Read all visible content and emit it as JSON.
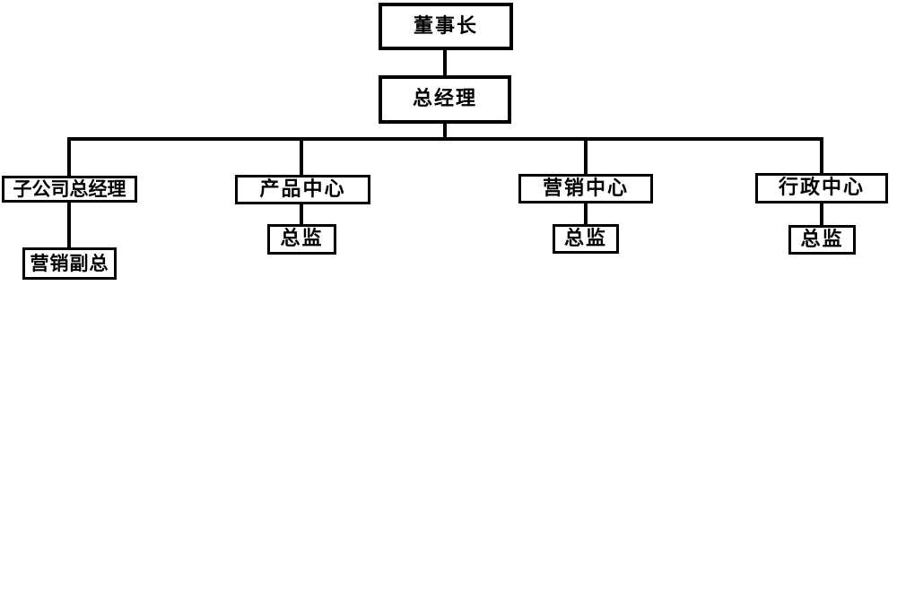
{
  "org_chart": {
    "type": "organization-chart",
    "nodes": {
      "chairman": {
        "label": "董事长"
      },
      "general_manager": {
        "label": "总经理"
      },
      "subsidiary_gm": {
        "label": "子公司总经理"
      },
      "product_center": {
        "label": "产品中心"
      },
      "marketing_center": {
        "label": "营销中心"
      },
      "admin_center": {
        "label": "行政中心"
      },
      "marketing_vp": {
        "label": "营销副总"
      },
      "product_director": {
        "label": "总监"
      },
      "marketing_director": {
        "label": "总监"
      },
      "admin_director": {
        "label": "总监"
      }
    },
    "edges": [
      {
        "from": "chairman",
        "to": "general_manager"
      },
      {
        "from": "general_manager",
        "to": "subsidiary_gm"
      },
      {
        "from": "general_manager",
        "to": "product_center"
      },
      {
        "from": "general_manager",
        "to": "marketing_center"
      },
      {
        "from": "general_manager",
        "to": "admin_center"
      },
      {
        "from": "subsidiary_gm",
        "to": "marketing_vp"
      },
      {
        "from": "product_center",
        "to": "product_director"
      },
      {
        "from": "marketing_center",
        "to": "marketing_director"
      },
      {
        "from": "admin_center",
        "to": "admin_director"
      }
    ],
    "colors": {
      "background": "#ffffff",
      "box_border": "#000000",
      "box_fill": "#ffffff",
      "text": "#000000",
      "connector_line": "#000000"
    }
  }
}
